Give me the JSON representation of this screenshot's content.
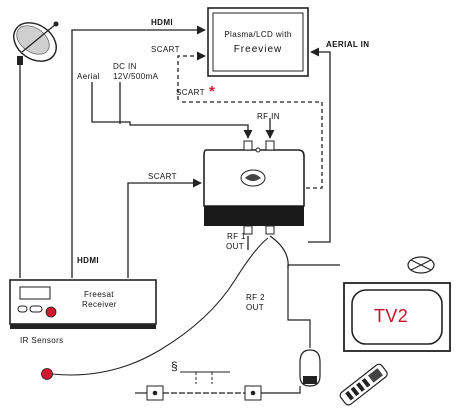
{
  "labels": {
    "hdmi_top": "HDMI",
    "tv_line1": "Plasma/LCD with",
    "tv_line2": "Freeview",
    "scart_top": "SCART",
    "aerial_in": "AERIAL IN",
    "scart_mid": "SCART",
    "scart_star": "*",
    "dc_in_line1": "DC IN",
    "dc_in_line2": "12V/500mA",
    "aerial": "Aerial",
    "rf_in": "RF IN",
    "scart_receiver": "SCART",
    "hdmi_left": "HDMI",
    "rf1_line1": "RF 1",
    "rf1_line2": "OUT",
    "rf2_line1": "RF 2",
    "rf2_line2": "OUT",
    "freesat_line1": "Freesat",
    "freesat_line2": "Receiver",
    "ir_sensors": "IR Sensors",
    "tv2": "TV2",
    "section_mark": "§"
  },
  "colors": {
    "line": "#222222",
    "device": "#1a1a1a",
    "accent_red": "#d3172f",
    "tv2_text": "#c8102e"
  },
  "icons": {
    "dish": "satellite-dish-icon",
    "remote": "remote-control-icon",
    "lamp": "lamp-icon",
    "splitter": "splitter-icon"
  }
}
